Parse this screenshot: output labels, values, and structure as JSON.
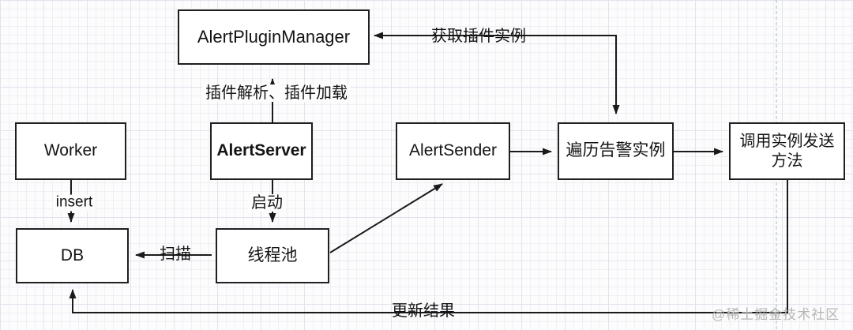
{
  "diagram": {
    "nodes": {
      "alert_plugin_manager": {
        "label": "AlertPluginManager"
      },
      "worker": {
        "label": "Worker"
      },
      "alert_server": {
        "label": "AlertServer"
      },
      "alert_sender": {
        "label": "AlertSender"
      },
      "traverse_alert_instances": {
        "label": "遍历告警实例"
      },
      "call_instance_send_method": {
        "label": "调用实例发送方法",
        "line1": "调用实例发送",
        "line2": "方法"
      },
      "db": {
        "label": "DB"
      },
      "thread_pool": {
        "label": "线程池"
      }
    },
    "edges": [
      {
        "from": "遍历告警实例",
        "to": "AlertPluginManager",
        "label": "获取插件实例",
        "arrows": "both"
      },
      {
        "from": "AlertServer",
        "to": "AlertPluginManager",
        "label": "插件解析、插件加载",
        "arrows": "end"
      },
      {
        "from": "Worker",
        "to": "DB",
        "label": "insert",
        "arrows": "end"
      },
      {
        "from": "AlertServer",
        "to": "线程池",
        "label": "启动",
        "arrows": "end"
      },
      {
        "from": "线程池",
        "to": "DB",
        "label": "扫描",
        "arrows": "end"
      },
      {
        "from": "线程池",
        "to": "AlertSender",
        "label": "",
        "arrows": "end"
      },
      {
        "from": "AlertSender",
        "to": "遍历告警实例",
        "label": "",
        "arrows": "end"
      },
      {
        "from": "遍历告警实例",
        "to": "调用实例发送方法",
        "label": "",
        "arrows": "end"
      },
      {
        "from": "调用实例发送方法",
        "to": "DB",
        "label": "更新结果",
        "arrows": "end"
      }
    ],
    "watermark": "@稀土掘金技术社区",
    "colors": {
      "line": "#1a1a1a",
      "node_background": "#ffffff",
      "node_border": "#1f1f1f",
      "text": "#141414",
      "grid_minor": "#eef0f5",
      "grid_major": "#e1e4ec",
      "page_break": "#bdc2cd",
      "watermark": "#b6b6b6"
    }
  }
}
